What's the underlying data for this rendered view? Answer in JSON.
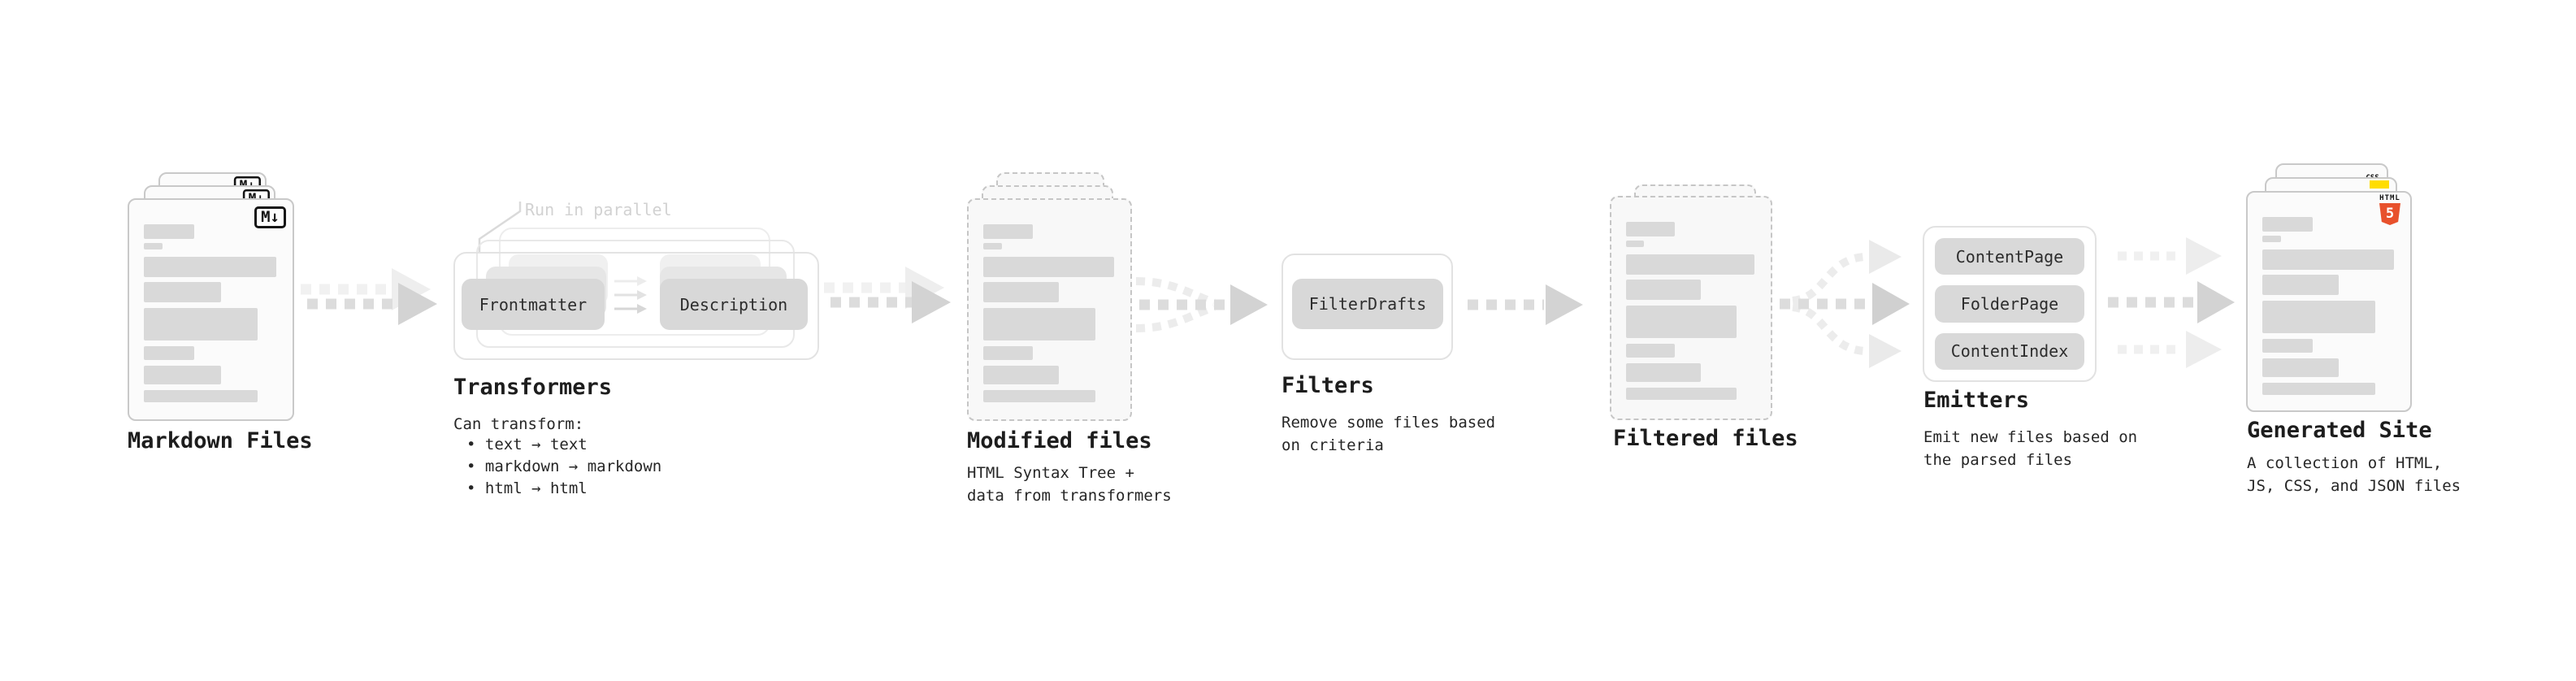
{
  "stages": {
    "markdown_files": {
      "title": "Markdown Files",
      "badge_label": "M↓"
    },
    "transformers": {
      "title": "Transformers",
      "note": "Run in parallel",
      "pills": [
        "Frontmatter",
        "Description"
      ],
      "heading": "Can transform:",
      "bullets": [
        "text → text",
        "markdown → markdown",
        "html → html"
      ]
    },
    "modified_files": {
      "title": "Modified files",
      "description_lines": [
        "HTML Syntax Tree +",
        "data from transformers"
      ]
    },
    "filters": {
      "title": "Filters",
      "pill": "FilterDrafts",
      "description_lines": [
        "Remove some files based",
        "on criteria"
      ]
    },
    "filtered_files": {
      "title": "Filtered files"
    },
    "emitters": {
      "title": "Emitters",
      "pills": [
        "ContentPage",
        "FolderPage",
        "ContentIndex"
      ],
      "description_lines": [
        "Emit new files based on",
        "the parsed files"
      ]
    },
    "generated_site": {
      "title": "Generated Site",
      "description_lines": [
        "A collection of HTML,",
        "JS, CSS, and JSON files"
      ],
      "badges": {
        "html5_label": "HTML",
        "html5_number": "5",
        "css_label": "CSS"
      }
    }
  },
  "colors": {
    "html5_orange": "#e8512c",
    "js_yellow": "#ffdd00",
    "css_blue": "#2965f1",
    "doc_bar_gray": "#d9d9d9",
    "arrow_gray": "#d3d3d3",
    "arrow_light_gray": "#ececec",
    "note_gray": "#d2d2d2",
    "text": "#1d1d1d"
  }
}
